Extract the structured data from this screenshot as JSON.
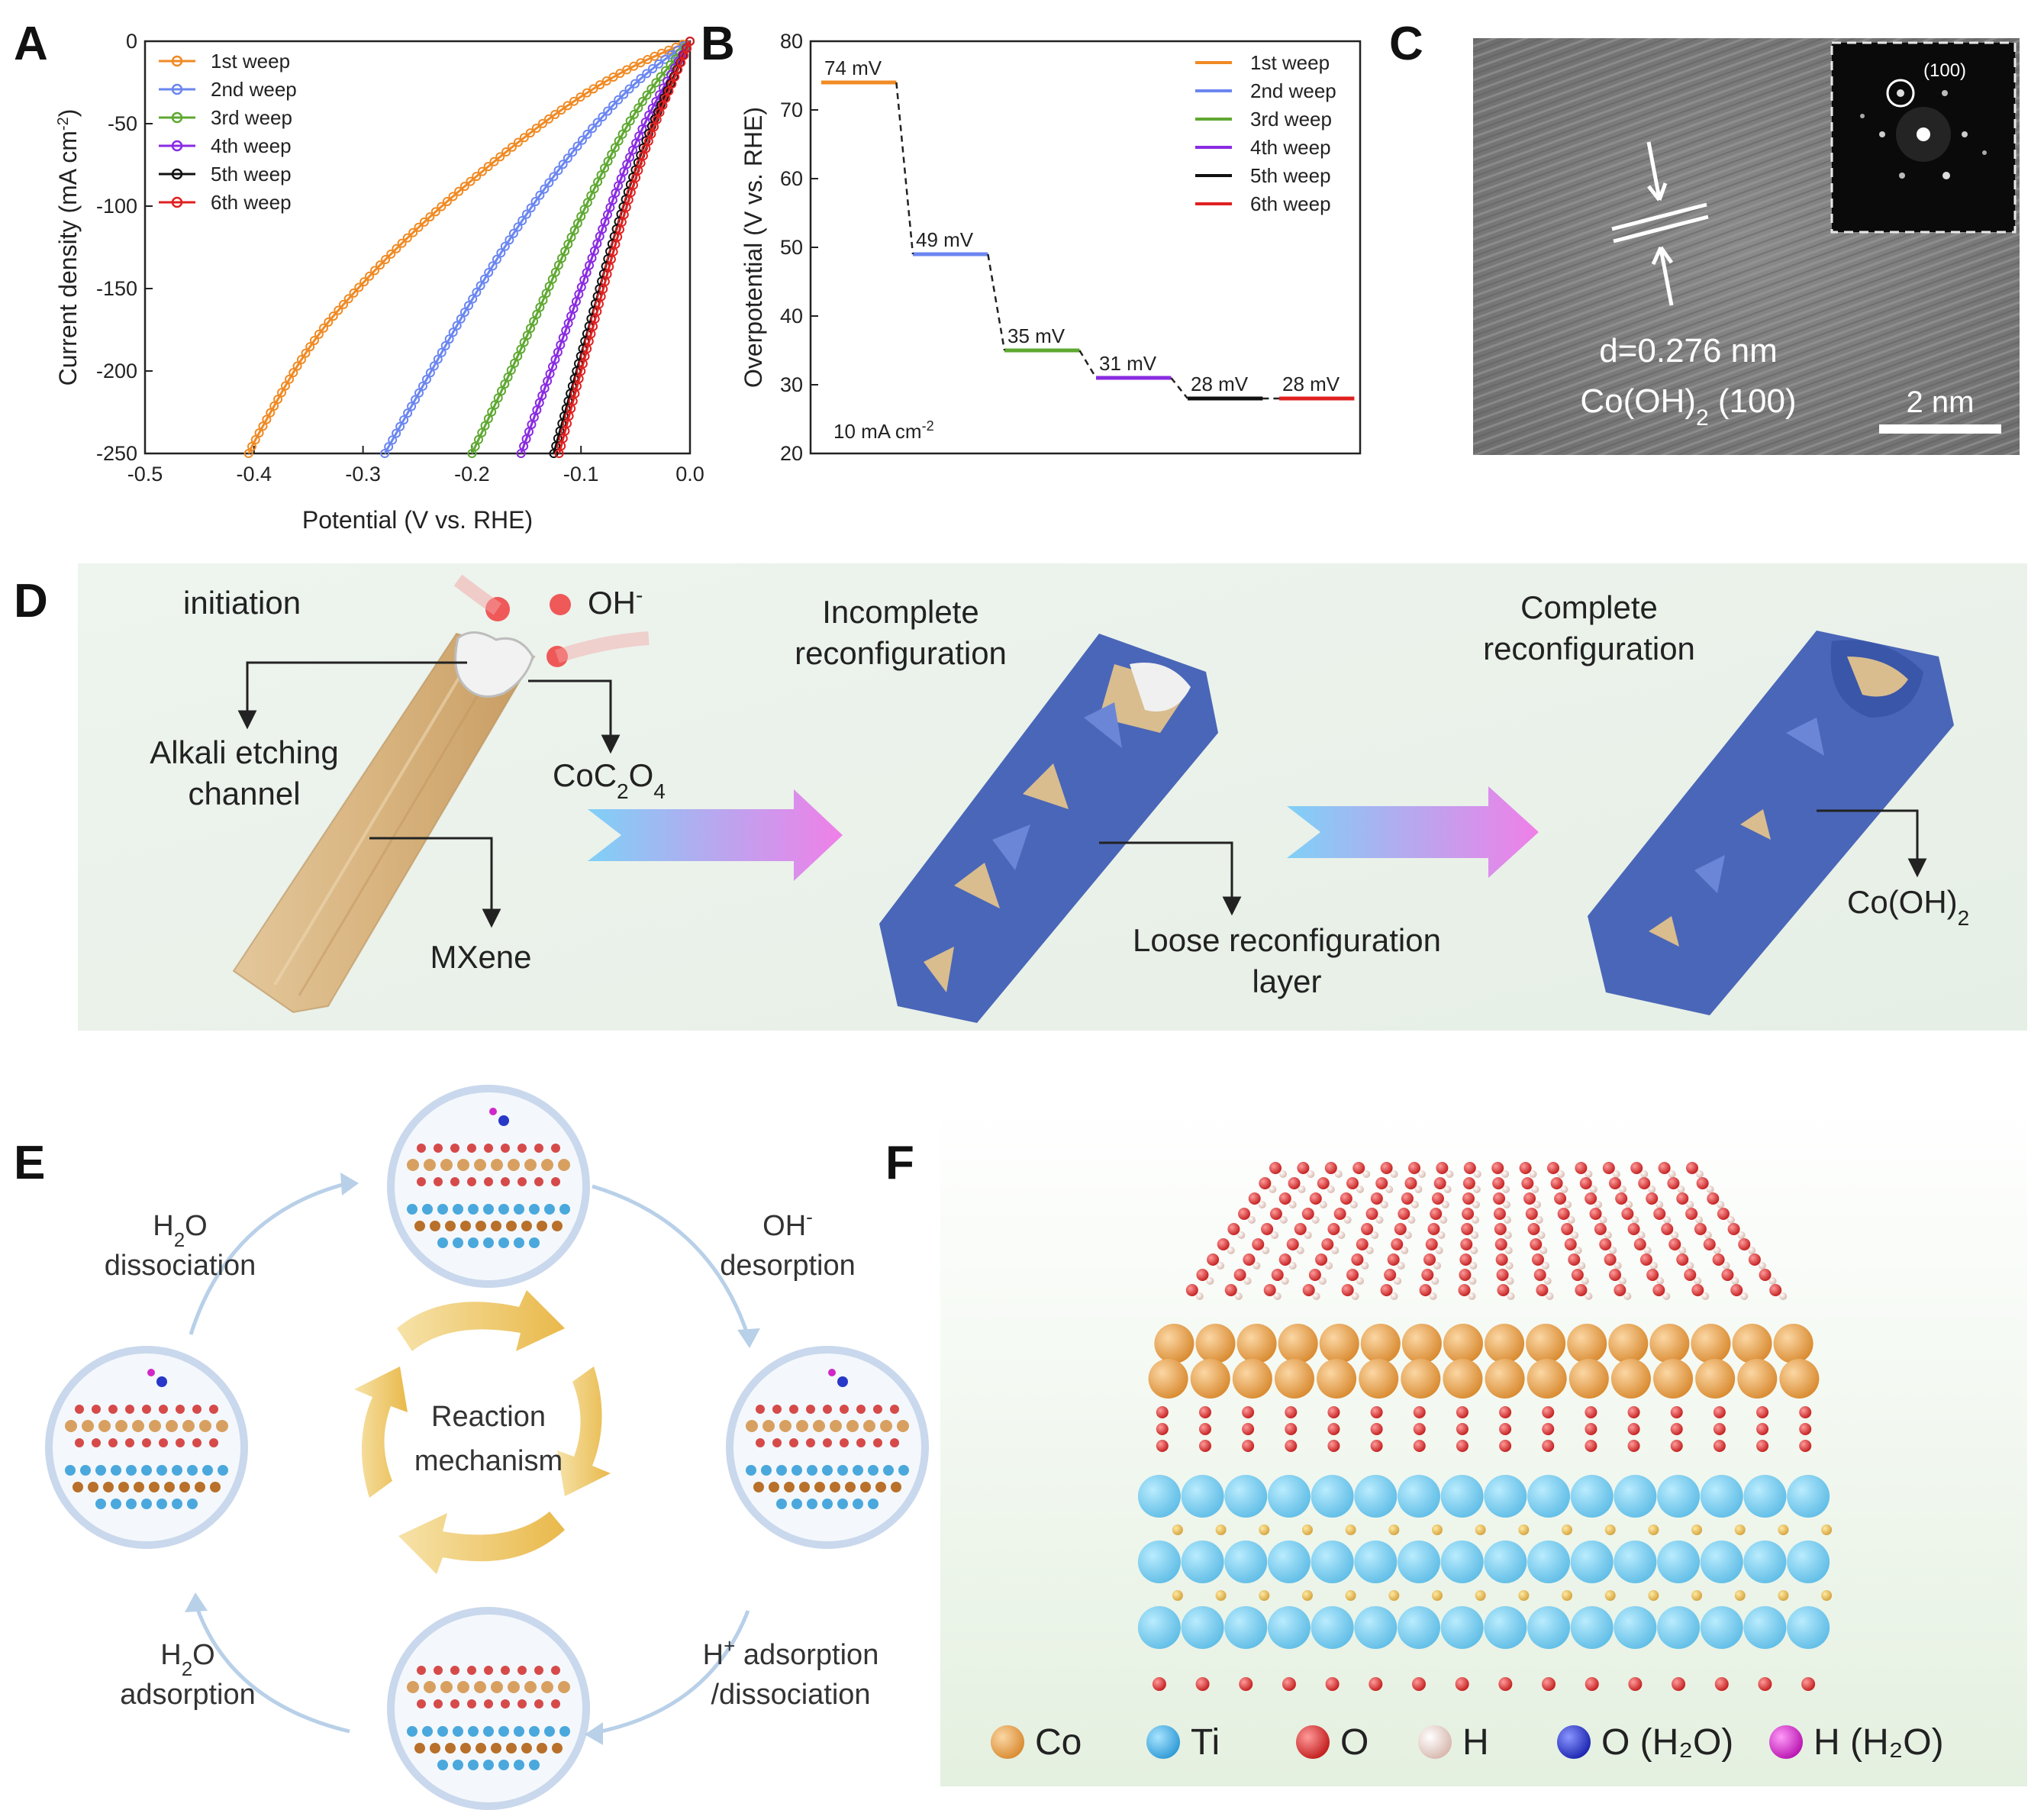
{
  "panels": {
    "A": {
      "label": "A",
      "xlabel": "Potential (V vs. RHE)",
      "ylabel": "Current density (mA cm⁻²)",
      "ylabel_main": "Current density (mA cm",
      "ylabel_sup": "-2",
      "ylabel_end": ")"
    },
    "B": {
      "label": "B",
      "ylabel": "Overpotential (V vs. RHE)",
      "note": "10 mA cm",
      "note_sup": "-2"
    },
    "C": {
      "label": "C",
      "fft_label": "(100)",
      "d_spacing": "d=0.276 nm",
      "phase_main": "Co(OH)",
      "phase_sub": "2",
      "phase_end": " (100)",
      "scale_bar": "2 nm"
    },
    "D": {
      "label": "D",
      "initiation": "initiation",
      "oh": "OH",
      "oh_sup": "-",
      "alkali1": "Alkali etching",
      "alkali2": "channel",
      "coc2o4_a": "CoC",
      "coc2o4_b": "2",
      "coc2o4_c": "O",
      "coc2o4_d": "4",
      "mxene": "MXene",
      "incomplete1": "Incomplete",
      "incomplete2": "reconfiguration",
      "loose1": "Loose reconfiguration",
      "loose2": "layer",
      "complete1": "Complete",
      "complete2": "reconfiguration",
      "coh2_main": "Co(OH)",
      "coh2_sub": "2"
    },
    "E": {
      "label": "E",
      "center1": "Reaction",
      "center2": "mechanism",
      "h2o_diss_a": "H",
      "h2o_diss_b": "2",
      "h2o_diss_c": "O",
      "h2o_diss_2": "dissociation",
      "oh_des_a": "OH",
      "oh_des_b": "-",
      "oh_des_2": "desorption",
      "hplus_a": "H",
      "hplus_b": "+",
      "hplus_c": " adsorption",
      "hplus_2": "/dissociation",
      "h2o_ads_a": "H",
      "h2o_ads_b": "2",
      "h2o_ads_c": "O",
      "h2o_ads_2": "adsorption"
    },
    "F": {
      "label": "F",
      "legend": [
        {
          "name": "Co",
          "color": "#e8a050"
        },
        {
          "name": "Ti",
          "color": "#4aa8dc"
        },
        {
          "name": "O",
          "color": "#d63030"
        },
        {
          "name": "H",
          "color": "#e8c8c0"
        },
        {
          "name": "O (H₂O)",
          "color": "#2838c8"
        },
        {
          "name": "H (H₂O)",
          "color": "#d028c8"
        }
      ]
    }
  },
  "chart_data": [
    {
      "type": "line",
      "panel": "A",
      "xlabel": "Potential (V vs. RHE)",
      "ylabel": "Current density (mA cm-2)",
      "xlim": [
        -0.5,
        0.0
      ],
      "ylim": [
        -250,
        0
      ],
      "xticks": [
        "-0.5",
        "-0.4",
        "-0.3",
        "-0.2",
        "-0.1",
        "0.0"
      ],
      "yticks": [
        "0",
        "-50",
        "-100",
        "-150",
        "-200",
        "-250"
      ],
      "legend_position": "top-left",
      "series": [
        {
          "name": "1st weep",
          "color": "#f08a24",
          "x": [
            0.0,
            -0.05,
            -0.1,
            -0.15,
            -0.2,
            -0.25,
            -0.3,
            -0.35,
            -0.4,
            -0.405
          ],
          "y": [
            0,
            -14,
            -33,
            -57,
            -84,
            -113,
            -146,
            -184,
            -243,
            -250
          ]
        },
        {
          "name": "2nd weep",
          "color": "#6b86f0",
          "x": [
            0.0,
            -0.05,
            -0.1,
            -0.15,
            -0.2,
            -0.25,
            -0.28
          ],
          "y": [
            0,
            -24,
            -60,
            -104,
            -156,
            -215,
            -250
          ]
        },
        {
          "name": "3rd weep",
          "color": "#5fa832",
          "x": [
            0.0,
            -0.05,
            -0.1,
            -0.15,
            -0.2
          ],
          "y": [
            0,
            -40,
            -105,
            -180,
            -250
          ]
        },
        {
          "name": "4th weep",
          "color": "#8a2be2",
          "x": [
            0.0,
            -0.05,
            -0.1,
            -0.155
          ],
          "y": [
            0,
            -58,
            -150,
            -250
          ]
        },
        {
          "name": "5th weep",
          "color": "#111111",
          "x": [
            0.0,
            -0.05,
            -0.1,
            -0.125
          ],
          "y": [
            0,
            -72,
            -190,
            -250
          ]
        },
        {
          "name": "6th weep",
          "color": "#e02020",
          "x": [
            0.0,
            -0.05,
            -0.1,
            -0.12
          ],
          "y": [
            0,
            -78,
            -200,
            -250
          ]
        }
      ]
    },
    {
      "type": "line",
      "panel": "B",
      "ylabel": "Overpotential (V vs. RHE)",
      "ylim": [
        20,
        80
      ],
      "yticks": [
        "20",
        "30",
        "40",
        "50",
        "60",
        "70",
        "80"
      ],
      "legend_position": "top-right",
      "categories": [
        "1st weep",
        "2nd weep",
        "3rd weep",
        "4th weep",
        "5th weep",
        "6th weep"
      ],
      "values": [
        74,
        49,
        35,
        31,
        28,
        28
      ],
      "data_labels": [
        "74 mV",
        "49 mV",
        "35 mV",
        "31 mV",
        "28 mV",
        "28 mV"
      ],
      "colors": [
        "#f08a24",
        "#6b86f0",
        "#5fa832",
        "#8a2be2",
        "#111111",
        "#e02020"
      ]
    }
  ]
}
